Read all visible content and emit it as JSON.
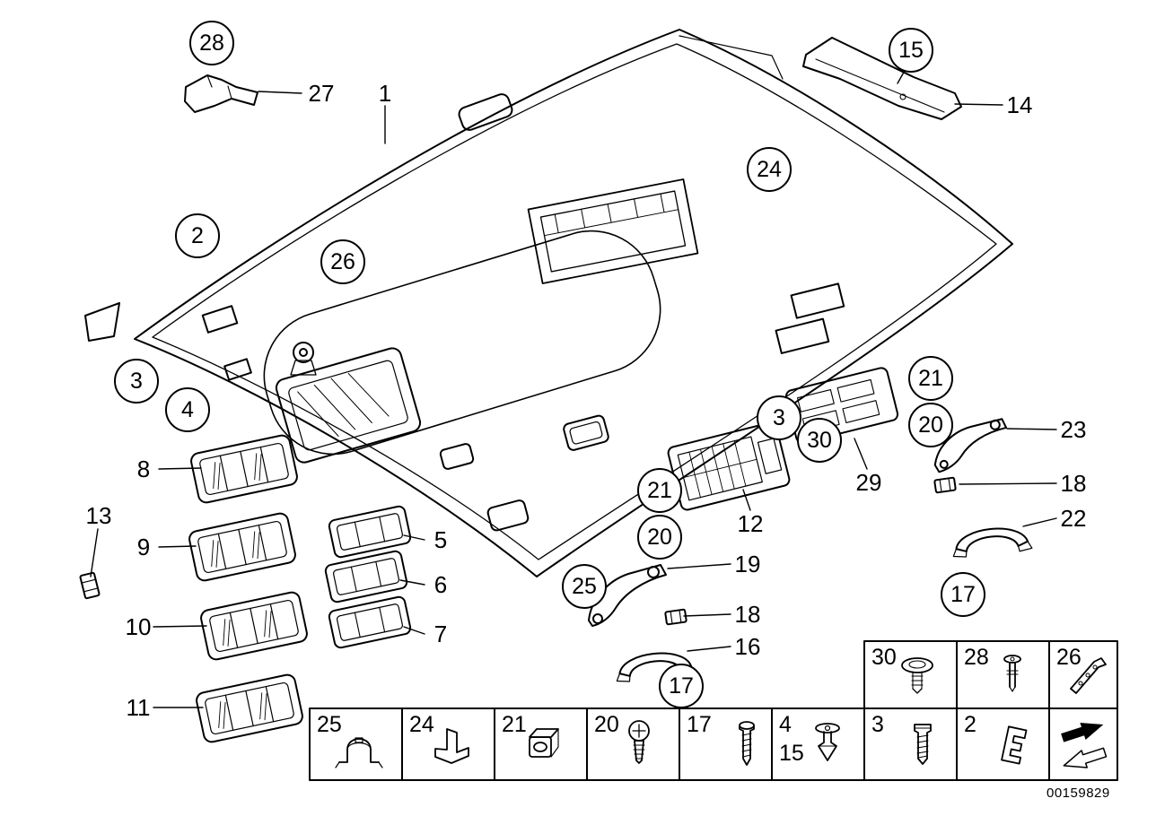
{
  "colors": {
    "ink": "#000000",
    "paper": "#ffffff"
  },
  "document_number": "00159829",
  "callouts": {
    "circled": [
      {
        "label": "28"
      },
      {
        "label": "15"
      },
      {
        "label": "2"
      },
      {
        "label": "26"
      },
      {
        "label": "24"
      },
      {
        "label": "3"
      },
      {
        "label": "4"
      },
      {
        "label": "3"
      },
      {
        "label": "30"
      },
      {
        "label": "21"
      },
      {
        "label": "20"
      },
      {
        "label": "21"
      },
      {
        "label": "20"
      },
      {
        "label": "25"
      },
      {
        "label": "17"
      },
      {
        "label": "17"
      }
    ],
    "plain": [
      {
        "label": "27"
      },
      {
        "label": "1"
      },
      {
        "label": "14"
      },
      {
        "label": "8"
      },
      {
        "label": "9"
      },
      {
        "label": "10"
      },
      {
        "label": "11"
      },
      {
        "label": "13"
      },
      {
        "label": "5"
      },
      {
        "label": "6"
      },
      {
        "label": "7"
      },
      {
        "label": "12"
      },
      {
        "label": "29"
      },
      {
        "label": "23"
      },
      {
        "label": "18"
      },
      {
        "label": "22"
      },
      {
        "label": "19"
      },
      {
        "label": "18"
      },
      {
        "label": "16"
      }
    ]
  },
  "legend": {
    "top_row": [
      {
        "label": "30",
        "icon": "plastic-rivet-icon"
      },
      {
        "label": "28",
        "icon": "expanding-rivet-icon"
      },
      {
        "label": "26",
        "icon": "trim-strip-icon"
      }
    ],
    "main_row": [
      {
        "label": "25",
        "icon": "clamp-icon"
      },
      {
        "label": "24",
        "icon": "angle-bracket-icon"
      },
      {
        "label": "21",
        "icon": "cage-nut-icon"
      },
      {
        "label": "20",
        "icon": "screw-icon"
      },
      {
        "label": "17",
        "icon": "long-screw-icon"
      },
      {
        "label": "4",
        "label2": "15",
        "icon": "expansion-rivet-icon"
      },
      {
        "label": "3",
        "icon": "pan-screw-icon"
      },
      {
        "label": "2",
        "icon": "spring-clip-icon"
      },
      {
        "label": "",
        "icon": "direction-arrow-icon"
      }
    ]
  }
}
